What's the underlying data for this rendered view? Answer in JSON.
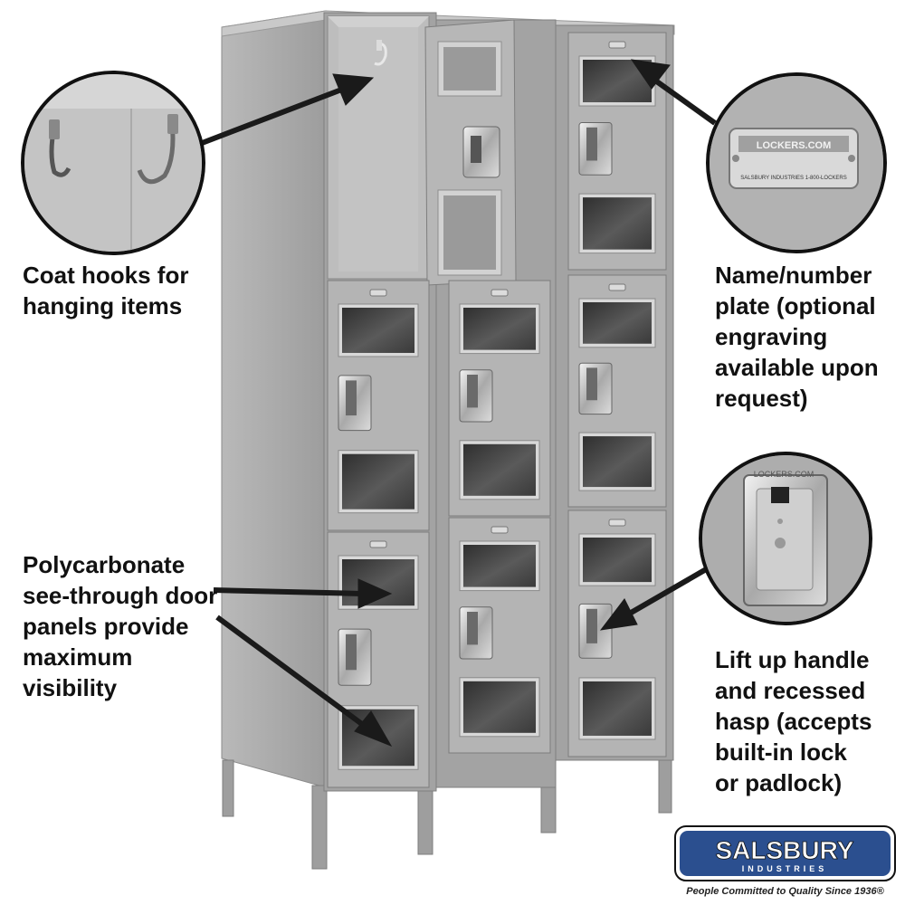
{
  "captions": {
    "coat_hooks": "Coat hooks for\nhanging items",
    "name_plate": "Name/number\nplate (optional\nengraving\navailable upon\nrequest)",
    "door_panels": "Polycarbonate\nsee-through door\npanels provide\nmaximum\nvisibility",
    "handle_hasp": "Lift up handle\nand recessed\nhasp (accepts\nbuilt-in lock\nor padlock)"
  },
  "plate_text": {
    "main": "LOCKERS.COM",
    "sub": "SALSBURY INDUSTRIES    1-800-LOCKERS"
  },
  "hasp_text": "LOCKERS.COM",
  "logo": {
    "name": "SALSBURY",
    "sub": "INDUSTRIES",
    "tagline": "People Committed to Quality Since 1936®"
  },
  "colors": {
    "locker_body": "#a8a8a8",
    "locker_door": "#b4b4b4",
    "window": "#4a4a4a",
    "logo_bg": "#2b4f8f"
  }
}
